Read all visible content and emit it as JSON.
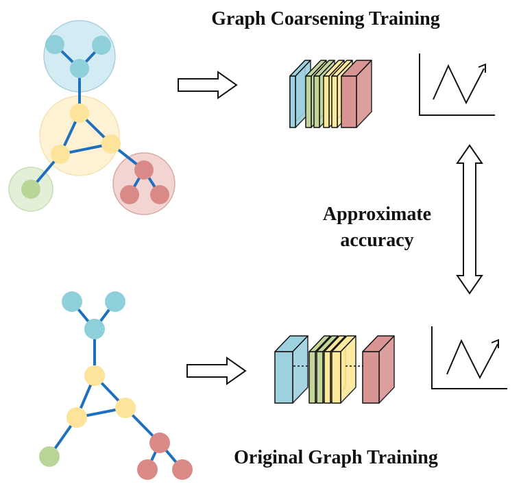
{
  "labels": {
    "top_title": "Graph Coarsening Training",
    "bottom_title": "Original Graph Training",
    "approx_line1": "Approximate",
    "approx_line2": "accuracy"
  },
  "colors": {
    "edge": "#1f6fbf",
    "blue_node": "#8ecfda",
    "yellow_node": "#fde49a",
    "red_node": "#d98a86",
    "green_node": "#b9d597",
    "blue_cluster": "#d3ebf3",
    "yellow_cluster": "#fdf2d3",
    "red_cluster": "#f2d5d2",
    "green_cluster": "#e4efd8",
    "layer_blue": "#9dd1de",
    "layer_green": "#c2d69b",
    "layer_yellow": "#fde99c",
    "layer_red": "#d99594",
    "outline": "#111111"
  }
}
